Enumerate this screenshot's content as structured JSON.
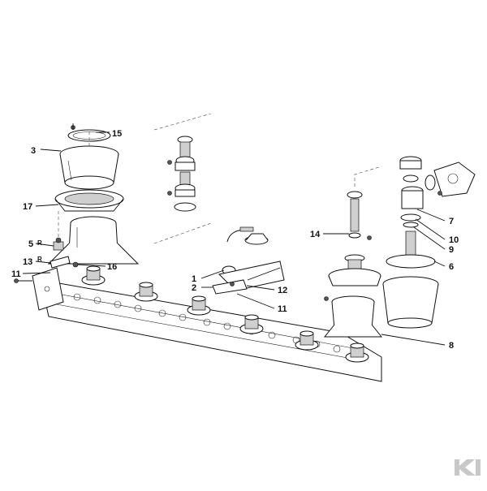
{
  "callouts": [
    {
      "id": "c15",
      "label": "15"
    },
    {
      "id": "c3",
      "label": "3"
    },
    {
      "id": "c17",
      "label": "17"
    },
    {
      "id": "c5",
      "label": "5"
    },
    {
      "id": "c13",
      "label": "13"
    },
    {
      "id": "c11a",
      "label": "11"
    },
    {
      "id": "c16",
      "label": "16"
    },
    {
      "id": "c1",
      "label": "1"
    },
    {
      "id": "c2",
      "label": "2"
    },
    {
      "id": "c12",
      "label": "12"
    },
    {
      "id": "c11b",
      "label": "11"
    },
    {
      "id": "c14",
      "label": "14"
    },
    {
      "id": "c7",
      "label": "7"
    },
    {
      "id": "c10",
      "label": "10"
    },
    {
      "id": "c9",
      "label": "9"
    },
    {
      "id": "c6",
      "label": "6"
    },
    {
      "id": "c8",
      "label": "8"
    }
  ],
  "r_marks": [
    "R",
    "R"
  ],
  "logo": {
    "name": "kramp-logo",
    "letter": "K",
    "color": "#c8c8c8"
  }
}
